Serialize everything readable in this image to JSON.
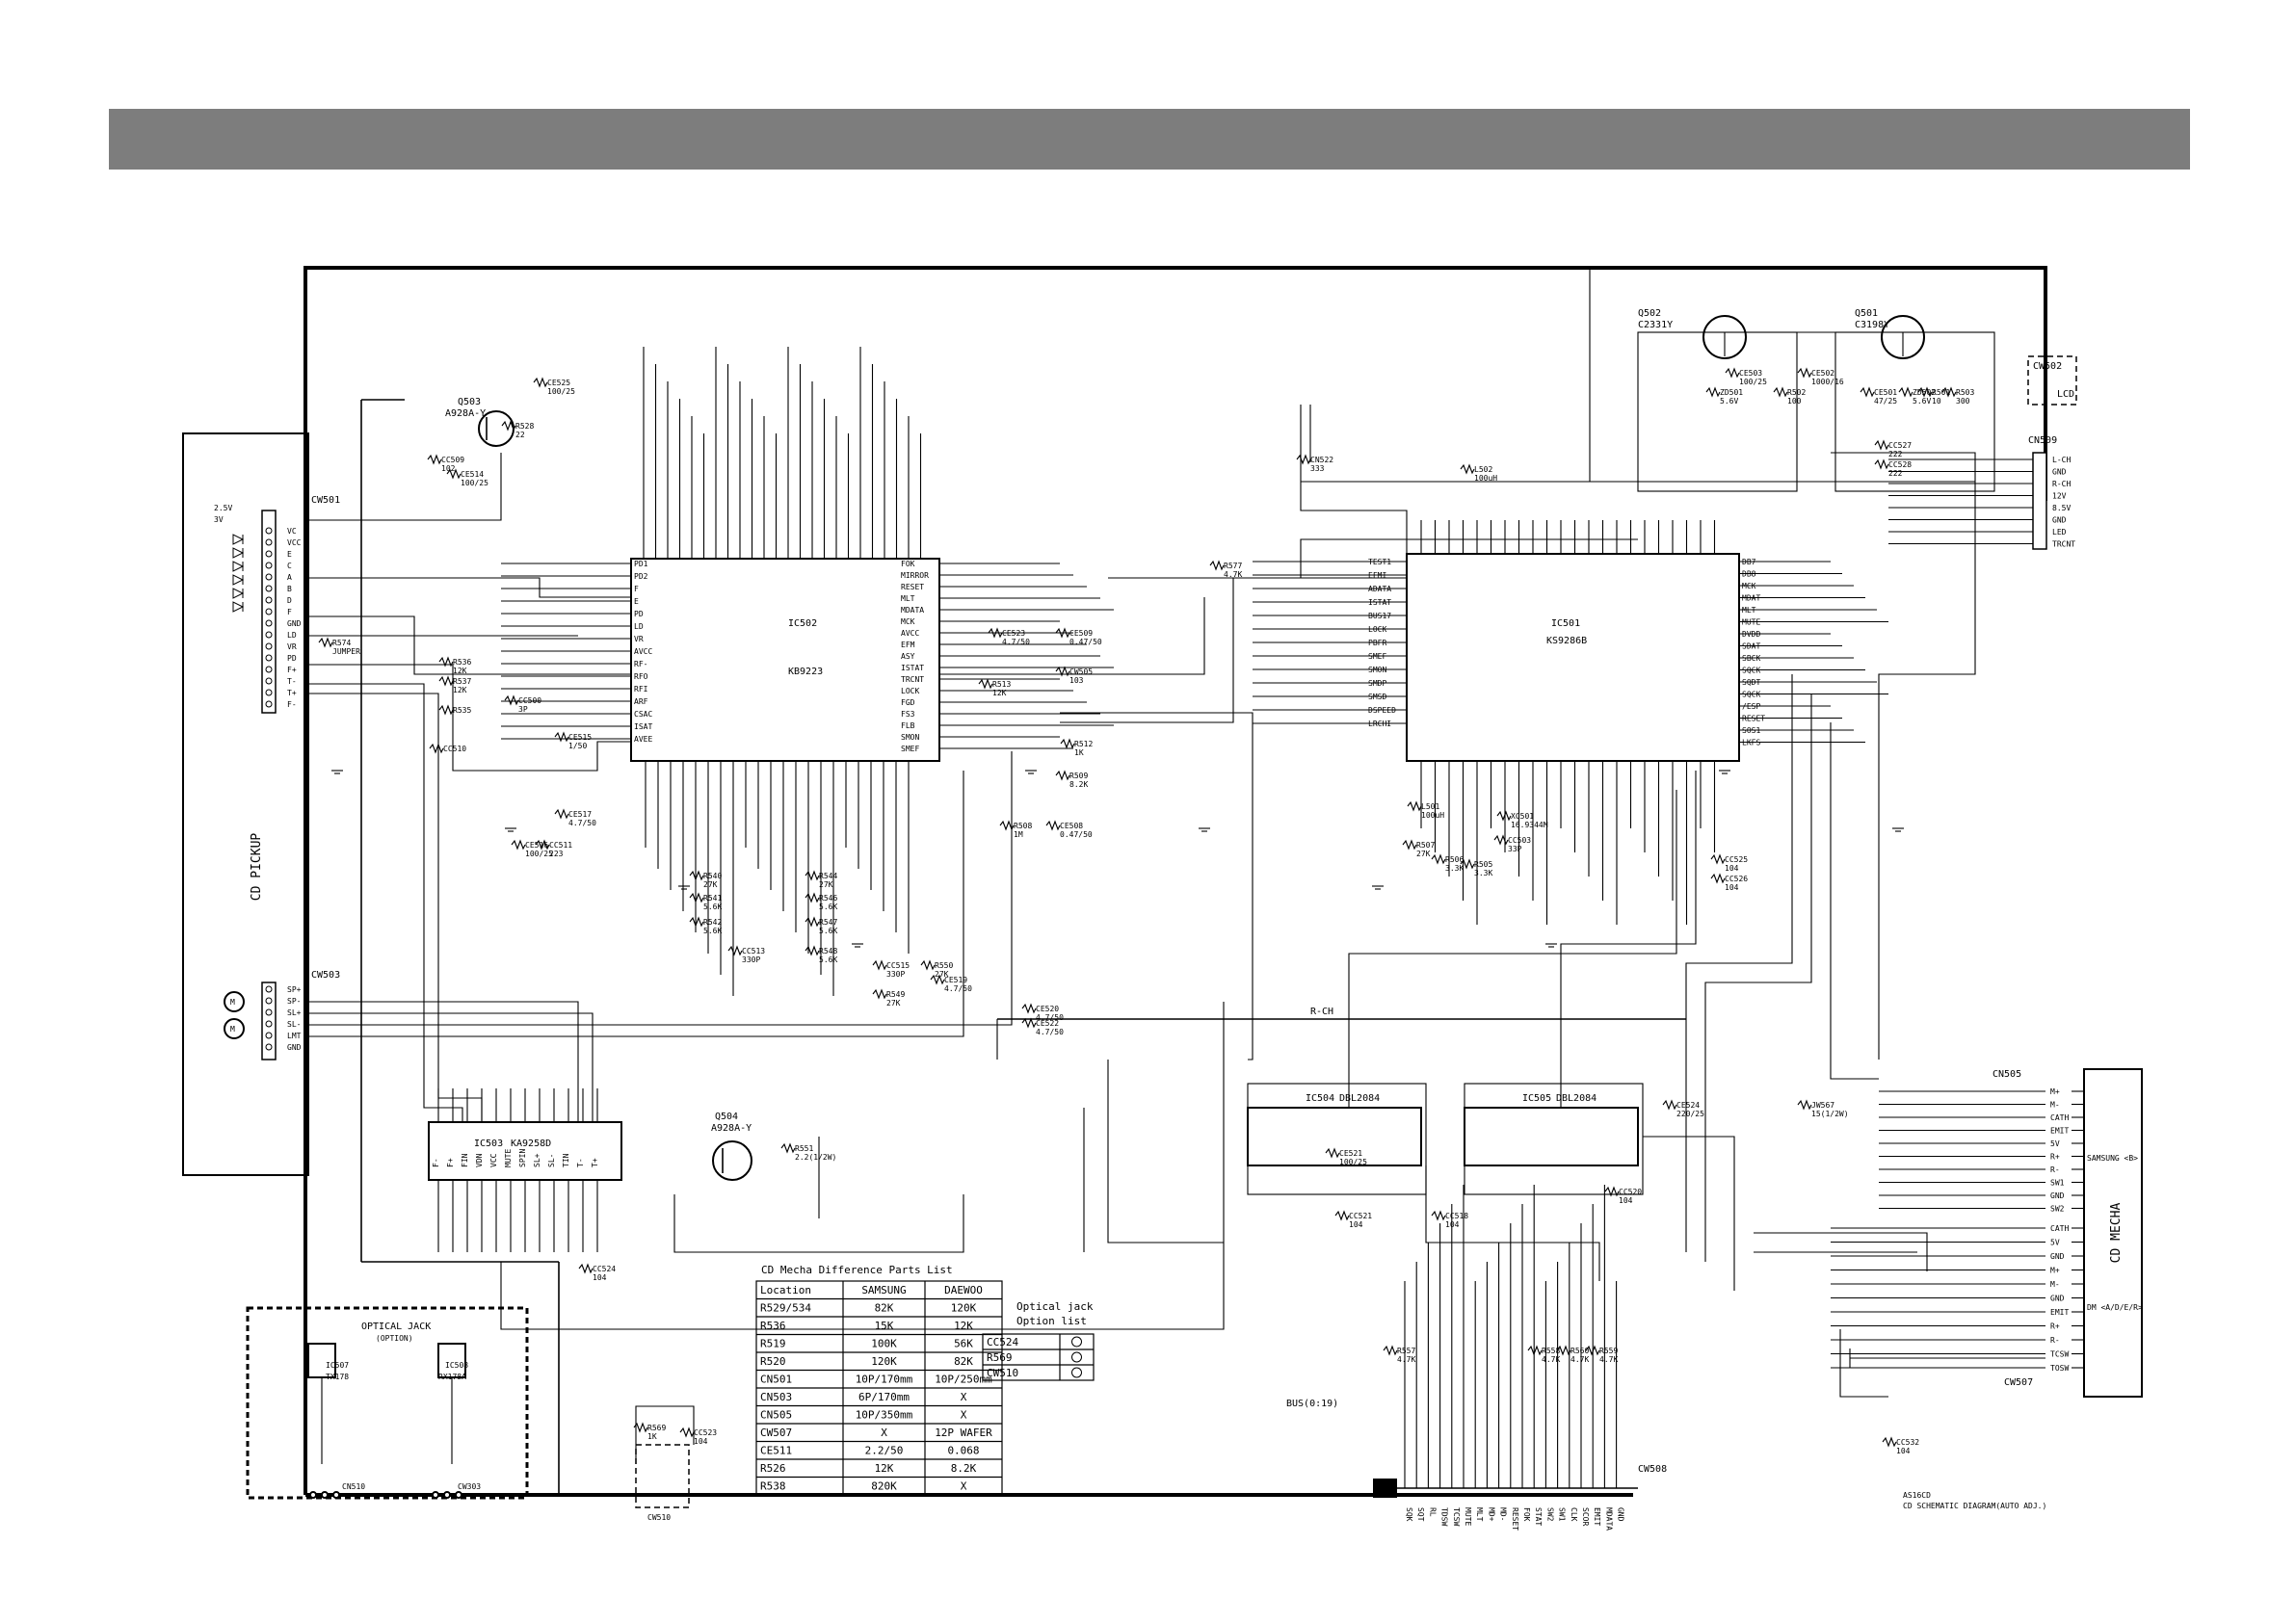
{
  "header": {
    "color": "#7d7d7d"
  },
  "ics": {
    "ic502": {
      "ref": "IC502",
      "part": "KB9223"
    },
    "ic501": {
      "ref": "IC501",
      "part": "KS9286B"
    },
    "ic503": {
      "ref": "IC503",
      "part": "KA9258D"
    },
    "ic504": {
      "ref": "IC504",
      "part": "DBL2084"
    },
    "ic505": {
      "ref": "IC505",
      "part": "DBL2084"
    }
  },
  "transistors": {
    "q503": {
      "ref": "Q503",
      "part": "A928A-Y"
    },
    "q504": {
      "ref": "Q504",
      "part": "A928A-Y"
    },
    "q502": {
      "ref": "Q502",
      "part": "C2331Y"
    },
    "q501": {
      "ref": "Q501",
      "part": "C3198Y"
    }
  },
  "connectors": {
    "cw501": "CW501",
    "cw503": "CW503",
    "cw502": "CW502",
    "cn509": "CN509",
    "cn505": "CN505",
    "cw507": "CW507",
    "cw508": "CW508",
    "cw510": "CW510",
    "cn510": "CN510",
    "cw303": "CW303"
  },
  "labels": {
    "cd_pickup": "CD PICKUP",
    "cd_mecha": "CD MECHA",
    "samsung_b": "SAMSUNG <B>",
    "dm_mecha": "DM <A/D/E/R>",
    "optical_jack": "OPTICAL JACK",
    "option": "(OPTION)",
    "ic507": "IC507",
    "tx178": "TX178",
    "ic508": "IC508",
    "rx178a": "RX178A",
    "bus_label": "BUS(0:19)",
    "r_ch": "R-CH",
    "lcd": "LCD",
    "footer_model": "AS16CD",
    "footer_title": "CD SCHEMATIC DIAGRAM(AUTO ADJ.)"
  },
  "pickup_pins": [
    "2.5V",
    "3V",
    "VC",
    "VCC",
    "E",
    "C",
    "A",
    "B",
    "D",
    "F",
    "GND",
    "LD",
    "VR",
    "PD",
    "F+",
    "T-",
    "T+",
    "F-"
  ],
  "mech_pins": [
    "SP+",
    "SP-",
    "SL+",
    "SL-",
    "LMT",
    "GND"
  ],
  "cn509_pins": [
    "L-CH",
    "GND",
    "R-CH",
    "12V",
    "8.5V",
    "GND",
    "LED",
    "TRCNT"
  ],
  "cn505_pins": [
    "M+",
    "M-",
    "CATH",
    "EMIT",
    "5V",
    "R+",
    "R-",
    "SW1",
    "GND",
    "SW2"
  ],
  "cw507_pins": [
    "CATH",
    "5V",
    "GND",
    "M+",
    "M-",
    "GND",
    "EMIT",
    "R+",
    "R-",
    "TCSW",
    "TOSW"
  ],
  "cw508_pins": [
    "SQK",
    "SQT",
    "RL",
    "TDSW",
    "TCSW",
    "MUTE",
    "MLT",
    "MD+",
    "MD-",
    "RESET",
    "FOK",
    "STAT",
    "SW2",
    "SW1",
    "CLK",
    "SCOR",
    "EMIT",
    "MDATA",
    "GND"
  ],
  "ic502_left_pins": [
    "PD1",
    "PD2",
    "F",
    "E",
    "PD",
    "LD",
    "VR",
    "AVCC",
    "RF-",
    "RFO",
    "RFI",
    "ARF",
    "CSAC",
    "ISAT",
    "AVEE"
  ],
  "ic502_right_pins": [
    "FOK",
    "MIRROR",
    "RESET",
    "MLT",
    "MDATA",
    "MCK",
    "AVCC",
    "EFM",
    "ASY",
    "ISTAT",
    "TRCNT",
    "LOCK",
    "FGD",
    "FS3",
    "FLB",
    "SMON",
    "SMEF"
  ],
  "ic501_left_pins": [
    "TEST1",
    "EFMI",
    "ADATA",
    "ISTAT",
    "BUS17",
    "LOCK",
    "PBFR",
    "SMEF",
    "SMON",
    "SMDP",
    "SMSD",
    "DSPEED",
    "LRCHI"
  ],
  "ic501_right_pins": [
    "DB7",
    "DB8",
    "MCK",
    "MDAT",
    "MLT",
    "MUTE",
    "DVDD",
    "SDAT",
    "SBCK",
    "SQCK",
    "SQDT",
    "SQCK",
    "/ESP",
    "RESET",
    "SOS1",
    "LKFS"
  ],
  "ic503_pins": [
    "F-",
    "F+",
    "FIN",
    "VDN",
    "VCC",
    "MUTE",
    "SPIN",
    "SL+",
    "SL-",
    "TIN",
    "T-",
    "T+"
  ],
  "components": [
    {
      "ref": "R528",
      "val": "22"
    },
    {
      "ref": "CE525",
      "val": "100/25"
    },
    {
      "ref": "CE514",
      "val": "100/25"
    },
    {
      "ref": "CC509",
      "val": "102"
    },
    {
      "ref": "R574",
      "val": "JUMPER"
    },
    {
      "ref": "R536",
      "val": "12K"
    },
    {
      "ref": "R537",
      "val": "12K"
    },
    {
      "ref": "CC500",
      "val": "3P"
    },
    {
      "ref": "R535",
      "val": ""
    },
    {
      "ref": "CC510",
      "val": ""
    },
    {
      "ref": "CE515",
      "val": "1/50"
    },
    {
      "ref": "CE517",
      "val": "4.7/50"
    },
    {
      "ref": "CE516",
      "val": "100/25"
    },
    {
      "ref": "CC511",
      "val": "223"
    },
    {
      "ref": "R540",
      "val": "27K"
    },
    {
      "ref": "R541",
      "val": "5.6K"
    },
    {
      "ref": "R542",
      "val": "5.6K"
    },
    {
      "ref": "CC513",
      "val": "330P"
    },
    {
      "ref": "R544",
      "val": "27K"
    },
    {
      "ref": "R546",
      "val": "5.6K"
    },
    {
      "ref": "R547",
      "val": "5.6K"
    },
    {
      "ref": "R548",
      "val": "5.6K"
    },
    {
      "ref": "CC515",
      "val": "330P"
    },
    {
      "ref": "R549",
      "val": "27K"
    },
    {
      "ref": "R550",
      "val": "27K"
    },
    {
      "ref": "CE519",
      "val": "4.7/50"
    },
    {
      "ref": "CE520",
      "val": "4.7/50"
    },
    {
      "ref": "CE522",
      "val": "4.7/50"
    },
    {
      "ref": "CE523",
      "val": "4.7/50"
    },
    {
      "ref": "CE509",
      "val": "0.47/50"
    },
    {
      "ref": "CW505",
      "val": "103"
    },
    {
      "ref": "R513",
      "val": "12K"
    },
    {
      "ref": "R577",
      "val": "4.7K"
    },
    {
      "ref": "R512",
      "val": "1K"
    },
    {
      "ref": "R509",
      "val": "8.2K"
    },
    {
      "ref": "CE508",
      "val": "0.47/50"
    },
    {
      "ref": "R508",
      "val": "1M"
    },
    {
      "ref": "CN522",
      "val": "333"
    },
    {
      "ref": "L502",
      "val": "100uH"
    },
    {
      "ref": "L501",
      "val": "100uH"
    },
    {
      "ref": "R507",
      "val": "27K"
    },
    {
      "ref": "R506",
      "val": "3.3K"
    },
    {
      "ref": "R505",
      "val": "3.3K"
    },
    {
      "ref": "CC503",
      "val": "33P"
    },
    {
      "ref": "XC501",
      "val": "16.9344M"
    },
    {
      "ref": "CE521",
      "val": "100/25"
    },
    {
      "ref": "R551",
      "val": "2.2(1/2W)"
    },
    {
      "ref": "CC524",
      "val": "104"
    },
    {
      "ref": "CC518",
      "val": "104"
    },
    {
      "ref": "CC520",
      "val": "104"
    },
    {
      "ref": "CC521",
      "val": "104"
    },
    {
      "ref": "CE524",
      "val": "220/25"
    },
    {
      "ref": "JW567",
      "val": "15(1/2W)"
    },
    {
      "ref": "R501",
      "val": "10"
    },
    {
      "ref": "R502",
      "val": "100"
    },
    {
      "ref": "R503",
      "val": "300"
    },
    {
      "ref": "CE501",
      "val": "47/25"
    },
    {
      "ref": "CE502",
      "val": "1000/16"
    },
    {
      "ref": "CE503",
      "val": "100/25"
    },
    {
      "ref": "ZD501",
      "val": "5.6V"
    },
    {
      "ref": "ZD502",
      "val": "5.6V"
    },
    {
      "ref": "CC527",
      "val": "222"
    },
    {
      "ref": "CC528",
      "val": "222"
    },
    {
      "ref": "CC525",
      "val": "104"
    },
    {
      "ref": "CC526",
      "val": "104"
    },
    {
      "ref": "R557",
      "val": "4.7K"
    },
    {
      "ref": "R558",
      "val": "4.7K"
    },
    {
      "ref": "R559",
      "val": "4.7K"
    },
    {
      "ref": "R560",
      "val": "4.7K"
    },
    {
      "ref": "R569",
      "val": "1K"
    },
    {
      "ref": "CC523",
      "val": "104"
    },
    {
      "ref": "CC532",
      "val": "104"
    }
  ],
  "diff_table": {
    "title": "CD Mecha Difference Parts List",
    "headers": [
      "Location",
      "SAMSUNG",
      "DAEWOO"
    ],
    "rows": [
      [
        "R529/534",
        "82K",
        "120K"
      ],
      [
        "R536",
        "15K",
        "12K"
      ],
      [
        "R519",
        "100K",
        "56K"
      ],
      [
        "R520",
        "120K",
        "82K"
      ],
      [
        "CN501",
        "10P/170mm",
        "10P/250mm"
      ],
      [
        "CN503",
        "6P/170mm",
        "X"
      ],
      [
        "CN505",
        "10P/350mm",
        "X"
      ],
      [
        "CW507",
        "X",
        "12P WAFER"
      ],
      [
        "CE511",
        "2.2/50",
        "0.068"
      ],
      [
        "R526",
        "12K",
        "8.2K"
      ],
      [
        "R538",
        "820K",
        "X"
      ]
    ]
  },
  "option_table": {
    "title": "Optical jack",
    "subtitle": "Option list",
    "rows": [
      "CC524",
      "R569",
      "CW510"
    ]
  }
}
